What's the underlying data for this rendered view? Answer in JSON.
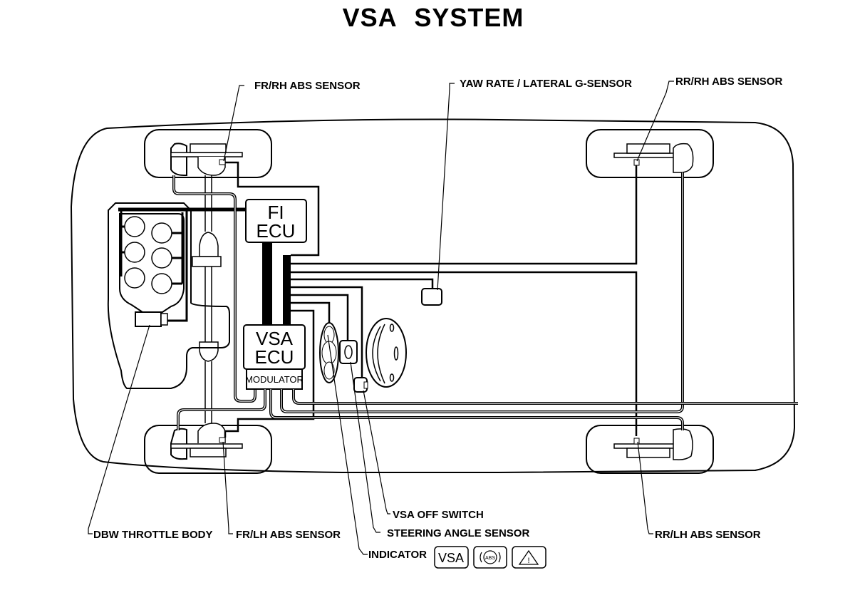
{
  "title": "VSA  SYSTEM",
  "components": {
    "fi_ecu": {
      "line1": "FI",
      "line2": "ECU"
    },
    "vsa_ecu": {
      "line1": "VSA",
      "line2": "ECU"
    },
    "modulator": "MODULATOR"
  },
  "callouts": {
    "fr_rh_abs": "FR/RH ABS SENSOR",
    "yaw_rate": "YAW RATE / LATERAL G-SENSOR",
    "rr_rh_abs": "RR/RH ABS SENSOR",
    "dbw_throttle": "DBW THROTTLE BODY",
    "fr_lh_abs": "FR/LH ABS SENSOR",
    "vsa_off_switch": "VSA OFF SWITCH",
    "steering_angle": "STEERING ANGLE SENSOR",
    "indicator": "INDICATOR",
    "rr_lh_abs": "RR/LH ABS SENSOR"
  },
  "indicators": [
    {
      "icon": "vsa-indicator-icon",
      "label": "VSA"
    },
    {
      "icon": "abs-indicator-icon",
      "label": "ABS"
    },
    {
      "icon": "warning-triangle-icon",
      "label": "!"
    }
  ]
}
